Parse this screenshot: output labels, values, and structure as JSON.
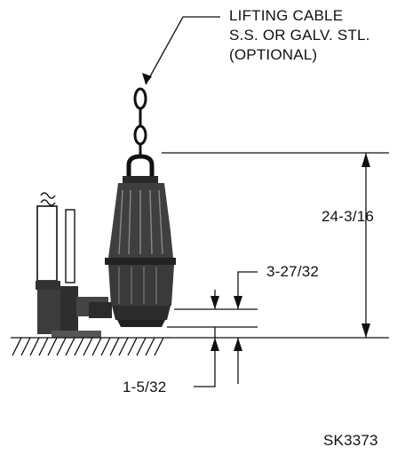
{
  "callout": {
    "lines": [
      "LIFTING CABLE",
      "S.S. OR GALV. STL.",
      "(OPTIONAL)"
    ]
  },
  "dimensions": {
    "overall_height": "24-3/16",
    "upper_offset": "3-27/32",
    "lower_offset": "1-5/32"
  },
  "sheet_id": "SK3373",
  "colors": {
    "ink": "#111111",
    "paper": "#ffffff",
    "pump_body": "#4a4a4a",
    "pump_dark": "#262626"
  }
}
